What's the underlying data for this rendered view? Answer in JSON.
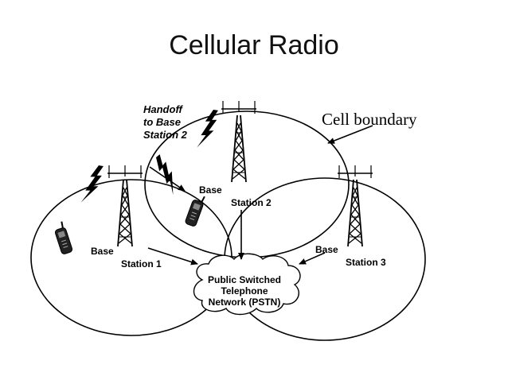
{
  "title": "Cellular Radio",
  "diagram": {
    "handoff_label": [
      "Handoff",
      "to Base",
      "Station 2"
    ],
    "cell_boundary_label": "Cell boundary",
    "stations": [
      {
        "line1": "Base",
        "line2": "Station 1"
      },
      {
        "line1": "Base",
        "line2": "Station 2"
      },
      {
        "line1": "Base",
        "line2": "Station 3"
      }
    ],
    "pstn_label": [
      "Public Switched",
      "Telephone",
      "Network (PSTN)"
    ]
  },
  "icons": [
    "cell-tower-icon",
    "mobile-phone-icon",
    "lightning-signal-icon",
    "cloud-icon"
  ]
}
